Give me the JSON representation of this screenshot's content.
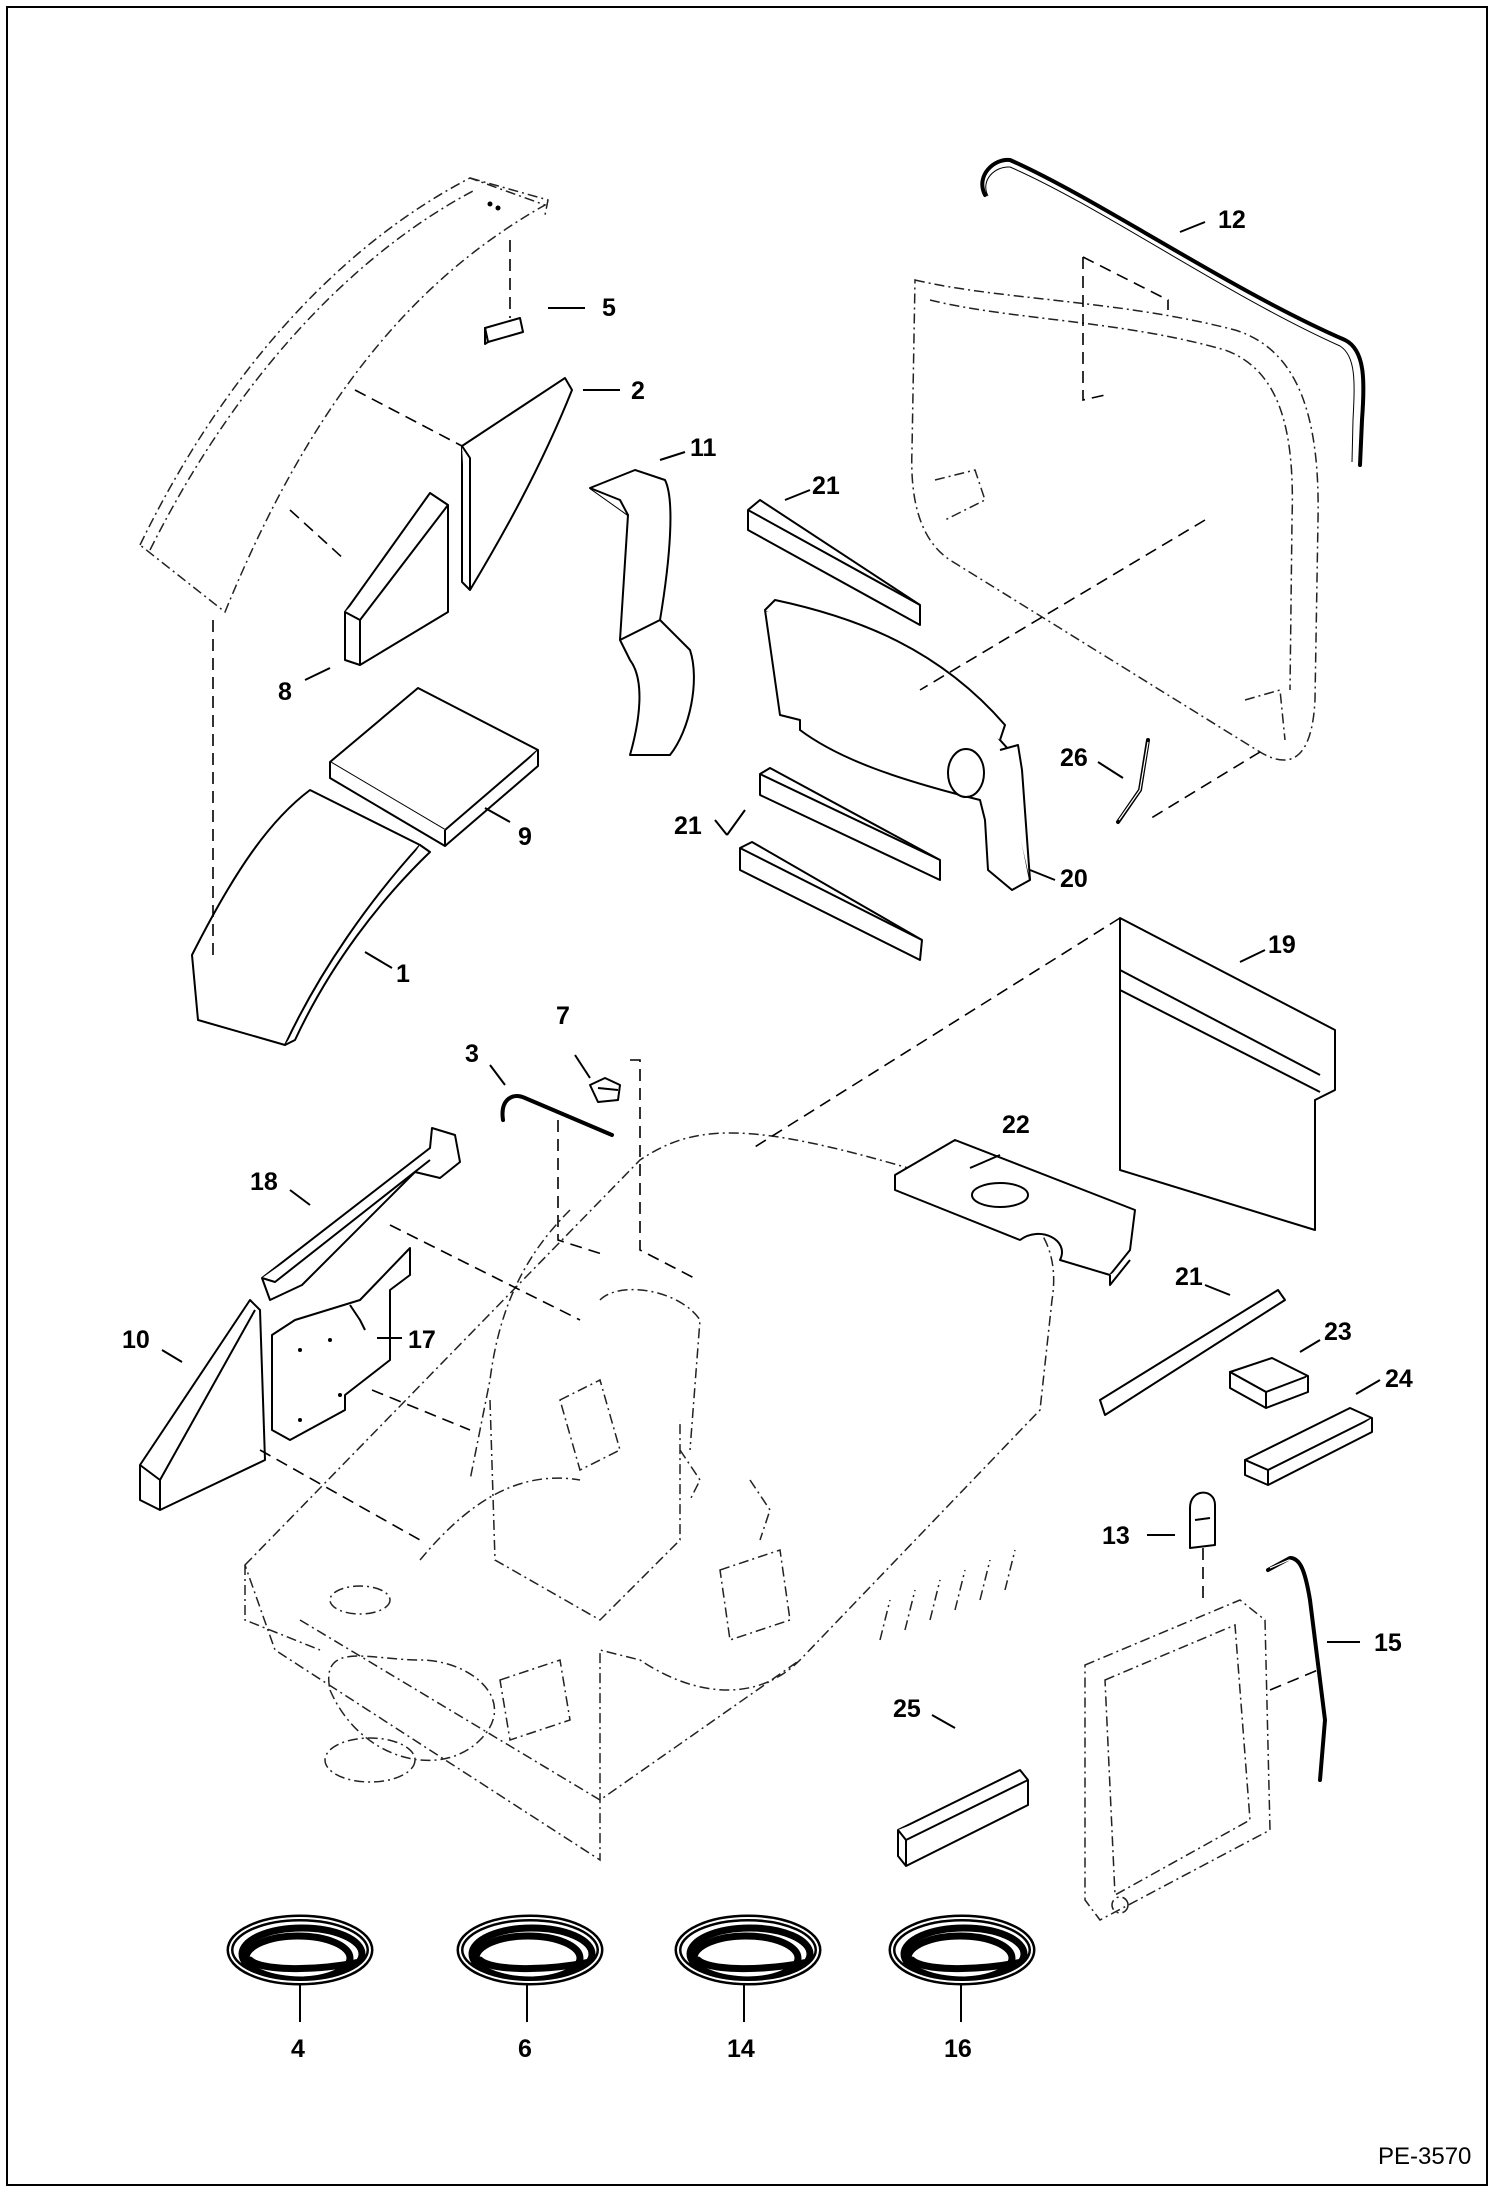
{
  "figure_code": "PE-3570",
  "callouts": {
    "c1": "1",
    "c2": "2",
    "c3": "3",
    "c4": "4",
    "c5": "5",
    "c6": "6",
    "c7": "7",
    "c8": "8",
    "c9": "9",
    "c10": "10",
    "c11": "11",
    "c12": "12",
    "c13": "13",
    "c14": "14",
    "c15": "15",
    "c16": "16",
    "c17": "17",
    "c18": "18",
    "c19": "19",
    "c20": "20",
    "c21a": "21",
    "c21b": "21",
    "c21c": "21",
    "c22": "22",
    "c23": "23",
    "c24": "24",
    "c25": "25",
    "c26": "26"
  }
}
